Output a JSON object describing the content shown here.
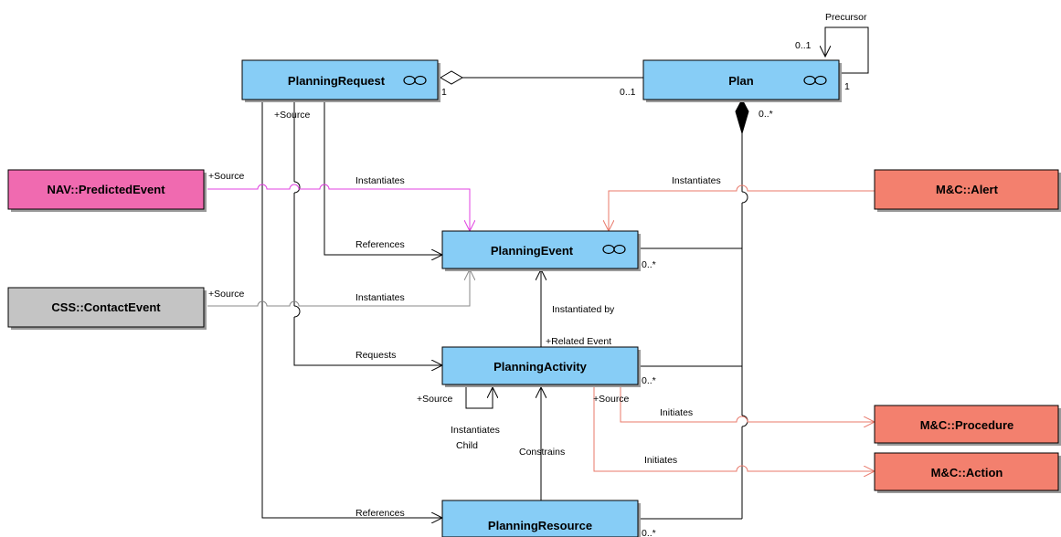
{
  "classes": {
    "planning_request": "PlanningRequest",
    "plan": "Plan",
    "predicted_event": "NAV::PredictedEvent",
    "alert": "M&C::Alert",
    "planning_event": "PlanningEvent",
    "contact_event": "CSS::ContactEvent",
    "planning_activity": "PlanningActivity",
    "procedure": "M&C::Procedure",
    "action": "M&C::Action",
    "planning_resource": "PlanningResource"
  },
  "labels": {
    "precursor": "Precursor",
    "mult_0_1_top": "0..1",
    "mult_1_plan_self": "1",
    "mult_1_request": "1",
    "mult_0_1_plan": "0..1",
    "mult_0_star_plan": "0..*",
    "source_request": "+Source",
    "source_predicted": "+Source",
    "instantiates_predicted": "Instantiates",
    "instantiates_alert": "Instantiates",
    "references_event": "References",
    "mult_0_star_event": "0..*",
    "source_contact": "+Source",
    "instantiates_contact": "Instantiates",
    "instantiated_by": "Instantiated by",
    "related_event": "+Related Event",
    "requests": "Requests",
    "mult_0_star_activity": "0..*",
    "source_activity_self": "+Source",
    "source_activity": "+Source",
    "initiates_procedure": "Initiates",
    "instantiates_child_1": "Instantiates",
    "instantiates_child_2": "Child",
    "initiates_action": "Initiates",
    "constrains": "Constrains",
    "references_resource": "References",
    "mult_0_star_resource": "0..*"
  },
  "icons": {
    "plan_stereotype": "link-icon",
    "request_stereotype": "link-icon",
    "event_stereotype": "link-icon"
  },
  "colors": {
    "core_class": "#87cdf6",
    "nav_class": "#f06ab0",
    "mc_class": "#f3806e",
    "css_class": "#c4c4c4",
    "magenta_link": "#e040e0",
    "salmon_link": "#e8786a"
  }
}
